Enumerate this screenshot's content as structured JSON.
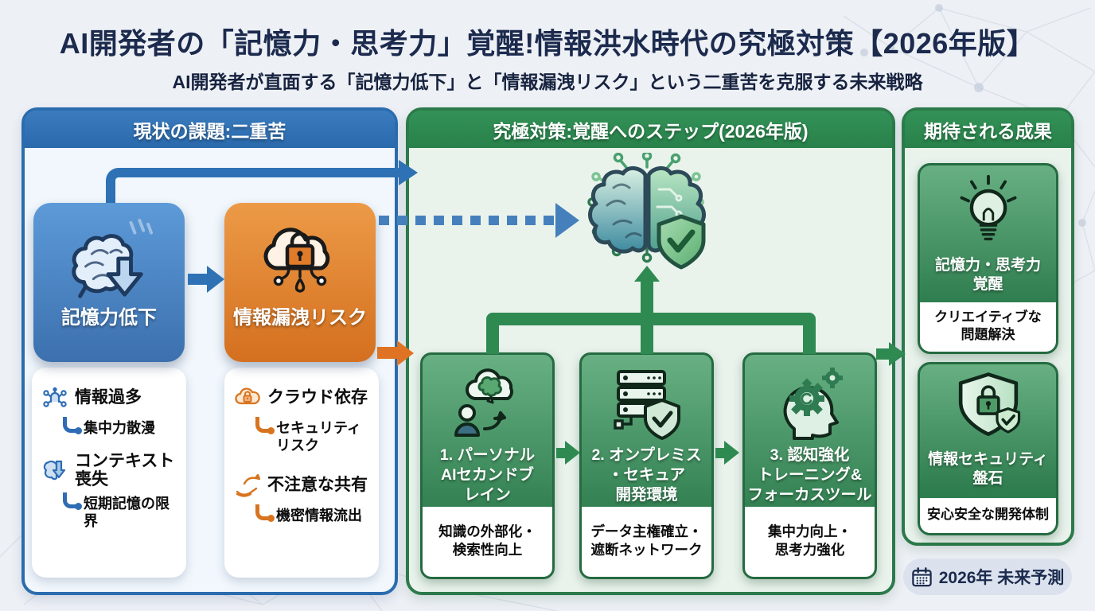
{
  "title": "AI開発者の「記憶力・思考力」覚醒!情報洪水時代の究極対策【2026年版】",
  "subtitle": "AI開発者が直面する「記憶力低下」と「情報漏洩リスク」という二重苦を克服する未来戦略",
  "colors": {
    "blue": "#2e72b5",
    "orange": "#df7323",
    "green": "#2f8a52",
    "navy": "#1b2a4d"
  },
  "left": {
    "header": "現状の課題:二重苦",
    "cards": [
      {
        "icon": "declining-brain-icon",
        "label": "記憶力低下"
      },
      {
        "icon": "cloud-lock-leak-icon",
        "label": "情報漏洩リスク"
      }
    ],
    "memory_list": {
      "item1": {
        "icon": "information-overload-icon",
        "label": "情報過多",
        "sub": "集中力散漫"
      },
      "item2": {
        "icon": "context-loss-icon",
        "label": "コンテキスト\n喪失",
        "sub": "短期記憶の限界"
      }
    },
    "leak_list": {
      "item1": {
        "icon": "cloud-dependency-icon",
        "label": "クラウド依存",
        "sub": "セキュリティ\nリスク"
      },
      "item2": {
        "icon": "careless-sharing-icon",
        "label": "不注意な共有",
        "sub": "機密情報流出"
      }
    }
  },
  "center": {
    "header": "究極対策:覚醒へのステップ(2026年版)",
    "core_icon": "ai-brain-shield-icon",
    "steps": [
      {
        "icon": "personal-ai-second-brain-icon",
        "title": "1. パーソナル\nAIセカンドブ\nレイン",
        "note": "知識の外部化・\n検索性向上"
      },
      {
        "icon": "onpremise-server-shield-icon",
        "title": "2. オンプレミス\n・セキュア\n開発環境",
        "note": "データ主権確立・\n遮断ネットワーク"
      },
      {
        "icon": "cognitive-training-icon",
        "title": "3. 認知強化\nトレーニング&\nフォーカスツール",
        "note": "集中力向上・\n思考力強化"
      }
    ]
  },
  "right": {
    "header": "期待される成果",
    "cards": [
      {
        "icon": "lightbulb-icon",
        "title": "記憶力・思考力\n覚醒",
        "note": "クリエイティブな\n問題解決"
      },
      {
        "icon": "security-shield-lock-icon",
        "title": "情報セキュリティ\n盤石",
        "note": "安心安全な開発体制"
      }
    ],
    "badge": {
      "icon": "calendar-icon",
      "label": "2026年 未来予測"
    }
  }
}
